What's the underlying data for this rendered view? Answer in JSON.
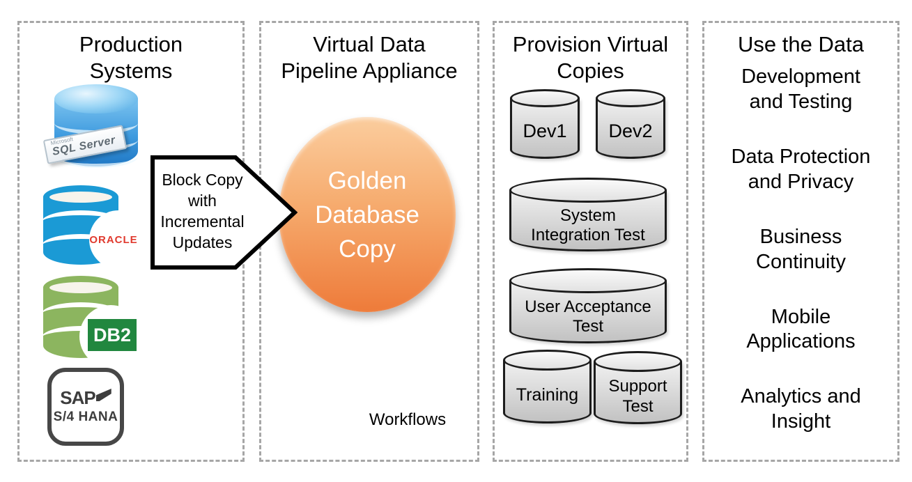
{
  "diagram": {
    "panel1": {
      "title_lines": [
        "Production",
        "Systems"
      ],
      "systems": [
        {
          "name": "Microsoft SQL Server",
          "brand": "Microsoft",
          "label": "SQL Server"
        },
        {
          "name": "Oracle",
          "label": "ORACLE"
        },
        {
          "name": "IBM DB2",
          "label": "DB2"
        },
        {
          "name": "SAP S/4 HANA",
          "label": "SAP",
          "sublabel": "S/4 HANA"
        }
      ]
    },
    "arrow": {
      "lines": [
        "Block Copy",
        "with",
        "Incremental",
        "Updates"
      ]
    },
    "panel2": {
      "title_lines": [
        "Virtual Data",
        "Pipeline Appliance"
      ],
      "circle_lines": [
        "Golden",
        "Database",
        "Copy"
      ],
      "workflows": "Workflows"
    },
    "panel3": {
      "title_lines": [
        "Provision Virtual",
        "Copies"
      ],
      "cylinders": [
        {
          "lines": [
            "Dev1"
          ]
        },
        {
          "lines": [
            "Dev2"
          ]
        },
        {
          "lines": [
            "System",
            "Integration Test"
          ]
        },
        {
          "lines": [
            "User Acceptance",
            "Test"
          ]
        },
        {
          "lines": [
            "Training"
          ]
        },
        {
          "lines": [
            "Support",
            "Test"
          ]
        }
      ]
    },
    "panel4": {
      "title": "Use the Data",
      "items": [
        {
          "lines": [
            "Development",
            "and Testing"
          ]
        },
        {
          "lines": [
            "Data Protection",
            "and Privacy"
          ]
        },
        {
          "lines": [
            "Business",
            "Continuity"
          ]
        },
        {
          "lines": [
            "Mobile",
            "Applications"
          ]
        },
        {
          "lines": [
            "Analytics and",
            "Insight"
          ]
        }
      ]
    },
    "colors": {
      "golden_copy_top": "#fbcd9e",
      "golden_copy_bottom": "#ee7b3a",
      "sql_server_blue": "#3f9bdf",
      "oracle_blue": "#1b9ad5",
      "oracle_red": "#e03a2e",
      "db2_green": "#8cb55f",
      "db2_badge_green": "#21873f",
      "sap_gray": "#3d3d3d",
      "cylinder_gray": "#c2c2c2",
      "dashed_border_gray": "#a6a6a6"
    }
  }
}
